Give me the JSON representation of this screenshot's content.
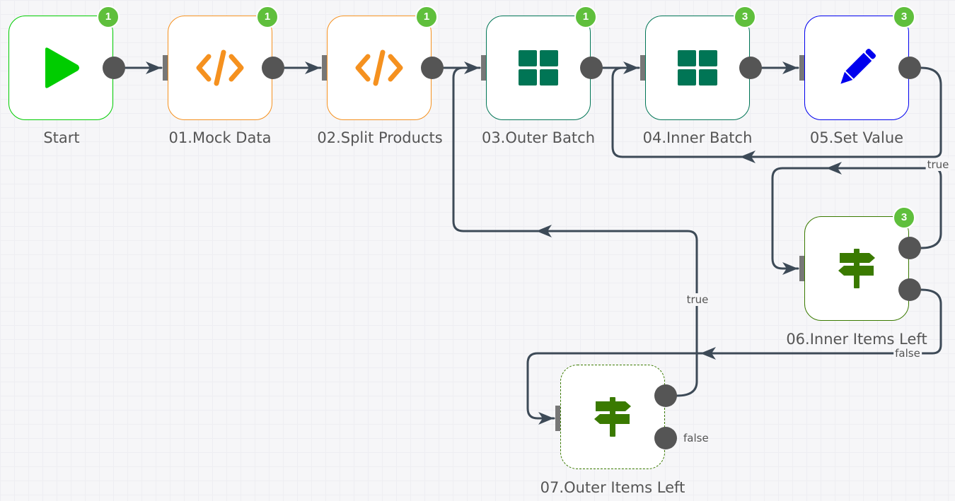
{
  "colors": {
    "edge": "#3d4a57",
    "trigger": "#00cc00",
    "code": "#f5911f",
    "batch": "#007555",
    "set": "#0000ee",
    "if": "#3a7a00",
    "badge": "#5fbf3c"
  },
  "nodes": [
    {
      "id": "start",
      "label": "Start",
      "icon": "play-icon",
      "badge": "1"
    },
    {
      "id": "mock",
      "label": "01.Mock Data",
      "icon": "code-icon",
      "badge": "1"
    },
    {
      "id": "split",
      "label": "02.Split Products",
      "icon": "code-icon",
      "badge": "1"
    },
    {
      "id": "outer-batch",
      "label": "03.Outer Batch",
      "icon": "grid-icon",
      "badge": "1"
    },
    {
      "id": "inner-batch",
      "label": "04.Inner Batch",
      "icon": "grid-icon",
      "badge": "3"
    },
    {
      "id": "set-value",
      "label": "05.Set Value",
      "icon": "pencil-icon",
      "badge": "3"
    },
    {
      "id": "inner-if",
      "label": "06.Inner Items Left",
      "icon": "signpost-icon",
      "badge": "3"
    },
    {
      "id": "outer-if",
      "label": "07.Outer Items Left",
      "icon": "signpost-icon",
      "badge": ""
    }
  ],
  "edge_labels": {
    "inner_true": "true",
    "inner_false": "false",
    "outer_true": "true",
    "outer_false": "false"
  }
}
